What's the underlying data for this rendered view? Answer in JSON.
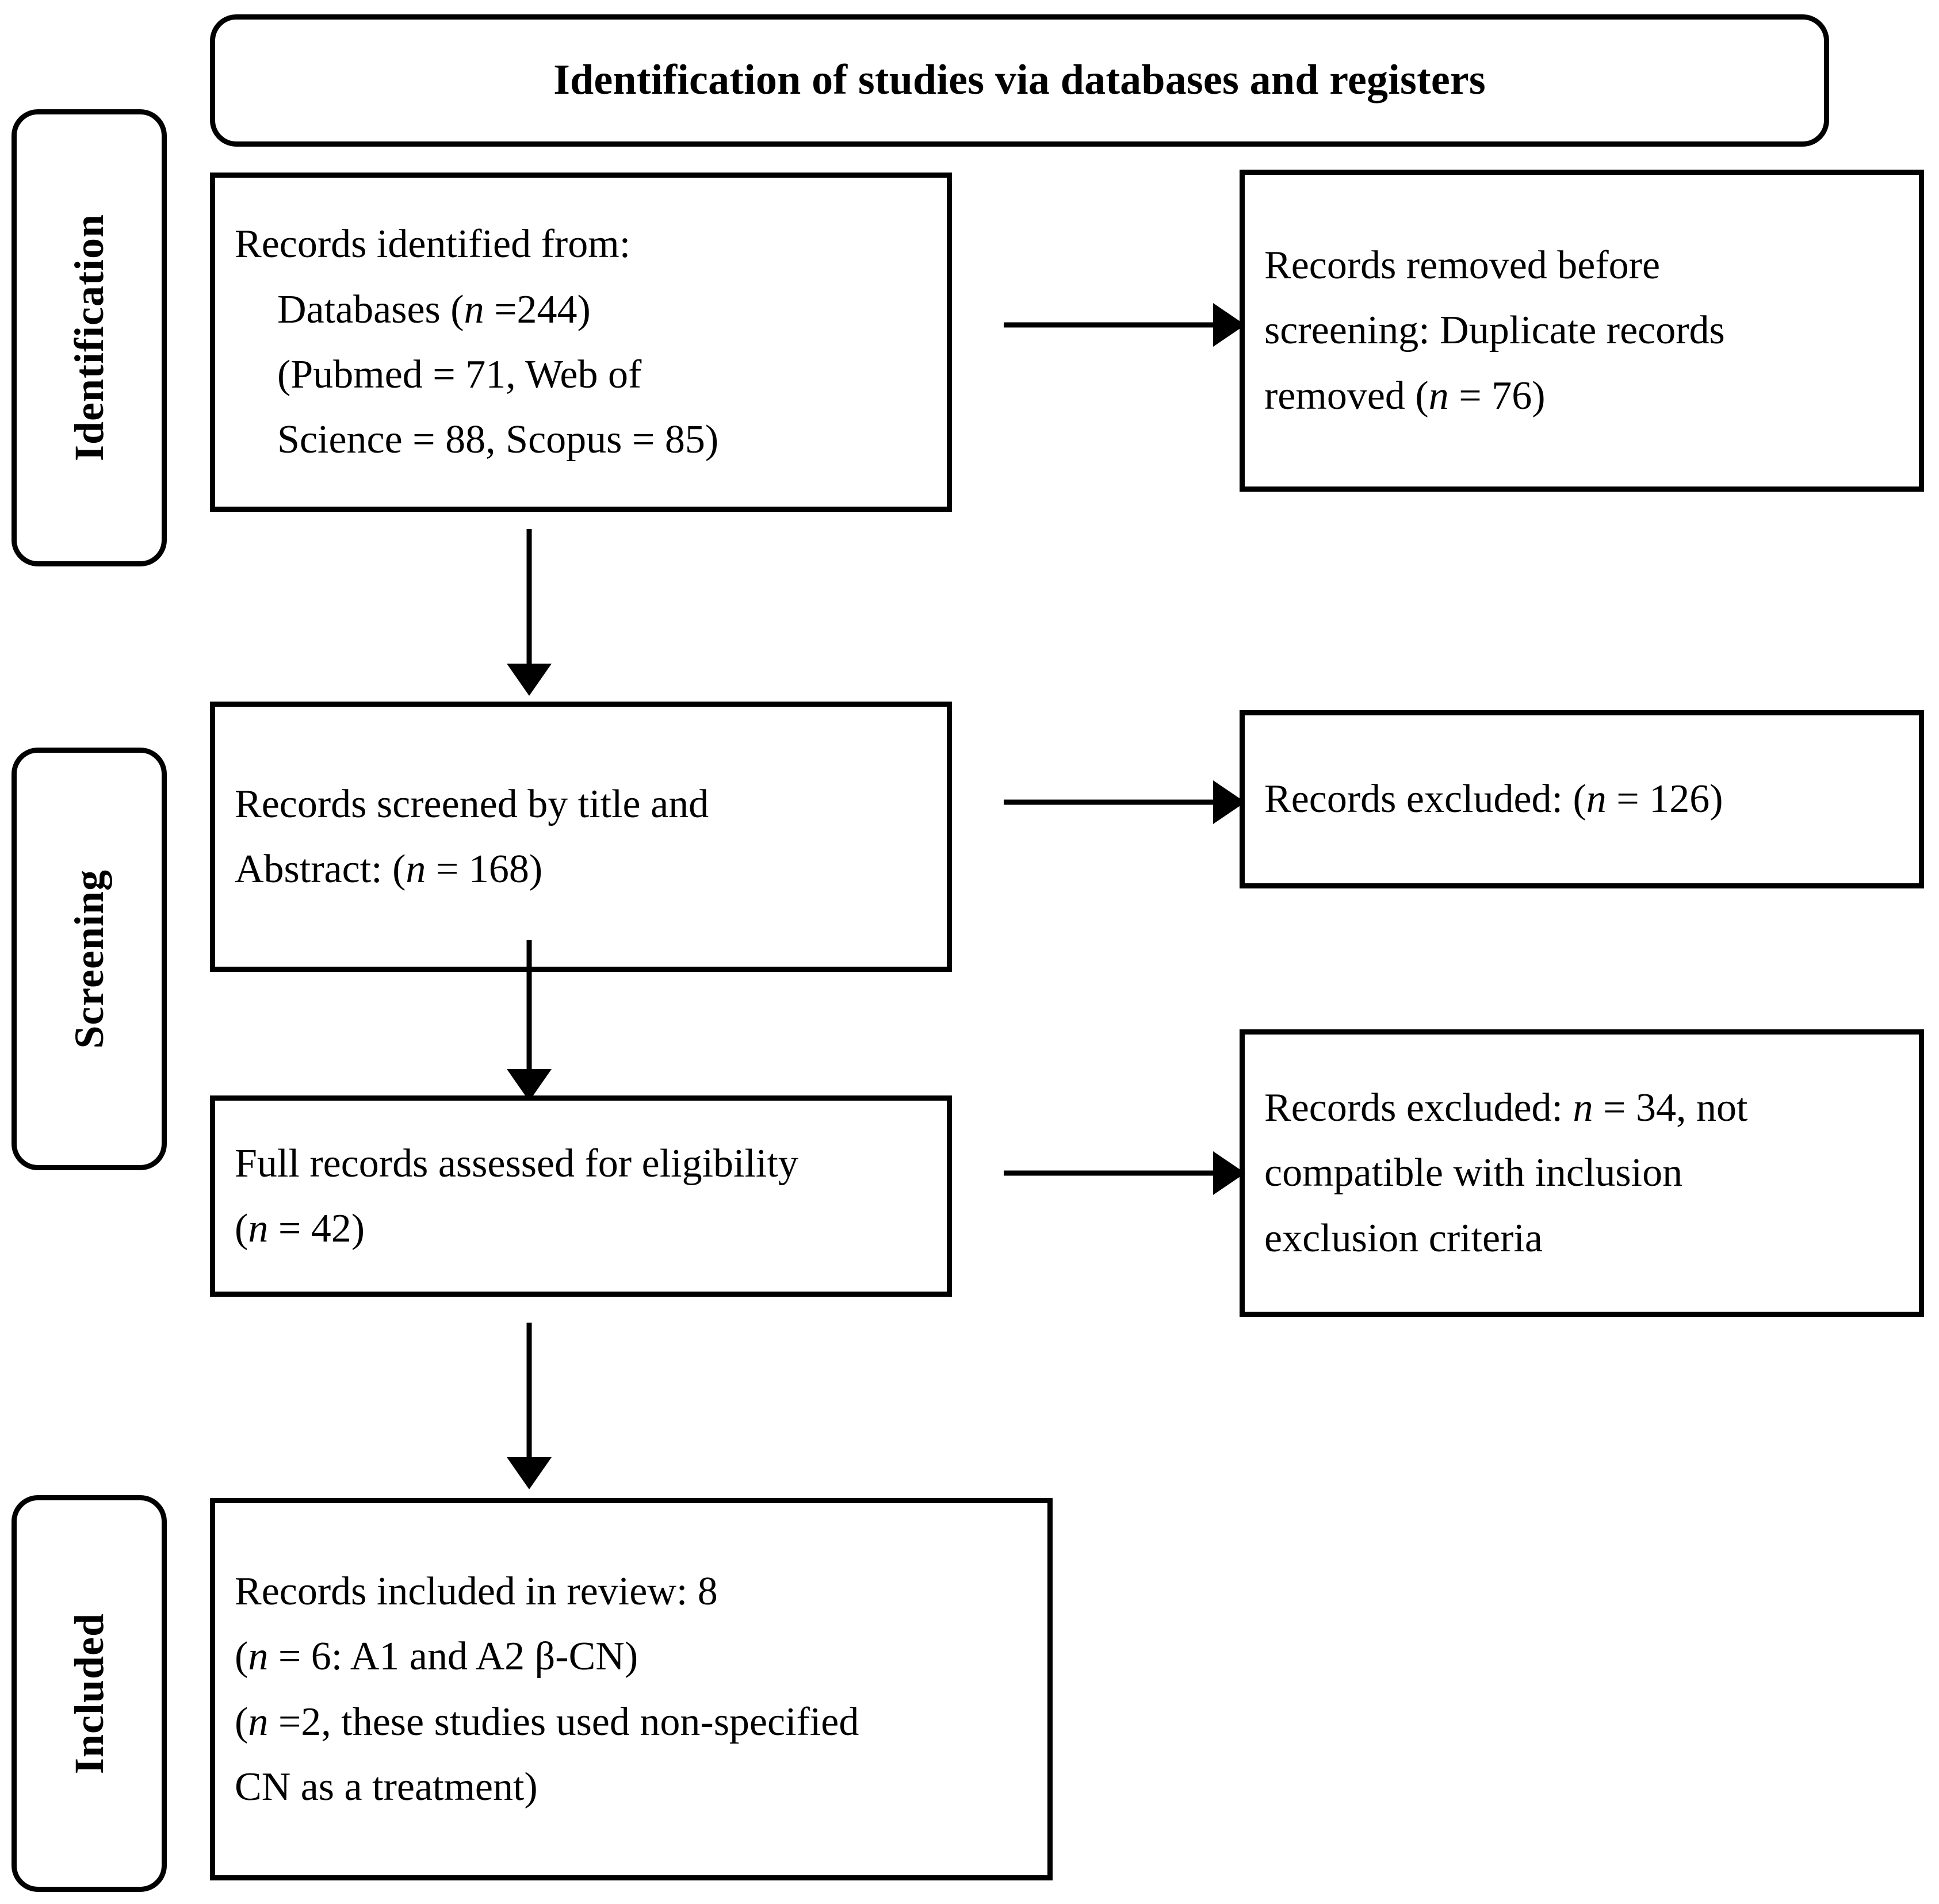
{
  "header": {
    "title": "Identification of studies via databases and registers"
  },
  "stages": [
    {
      "key": "identification",
      "label": "Identification"
    },
    {
      "key": "screening",
      "label": "Screening"
    },
    {
      "key": "included",
      "label": "Included"
    }
  ],
  "boxes": {
    "records_identified": {
      "lines": [
        "Records identified from:",
        "Databases (n =244)",
        "(Pubmed = 71, Web of",
        "Science = 88, Scopus = 85)"
      ]
    },
    "records_removed": {
      "lines": [
        "Records removed before",
        "screening: Duplicate records",
        "removed (n = 76)"
      ]
    },
    "records_screened": {
      "lines": [
        "Records screened by title and",
        "Abstract: (n = 168)"
      ]
    },
    "records_excluded_1": {
      "lines": [
        "Records excluded: (n = 126)"
      ]
    },
    "full_records_assessed": {
      "lines": [
        "Full records assessed for eligibility",
        "(n = 42)"
      ]
    },
    "records_excluded_2": {
      "lines": [
        "Records excluded: n = 34, not",
        "compatible with inclusion",
        "exclusion criteria"
      ]
    },
    "records_included": {
      "lines": [
        "Records included in review: 8",
        "(n = 6: A1 and A2 β-CN)",
        "(n =2, these studies used non-specified",
        "CN as a treatment)"
      ]
    }
  },
  "colors": {
    "stroke": "#000000",
    "background": "#ffffff"
  }
}
